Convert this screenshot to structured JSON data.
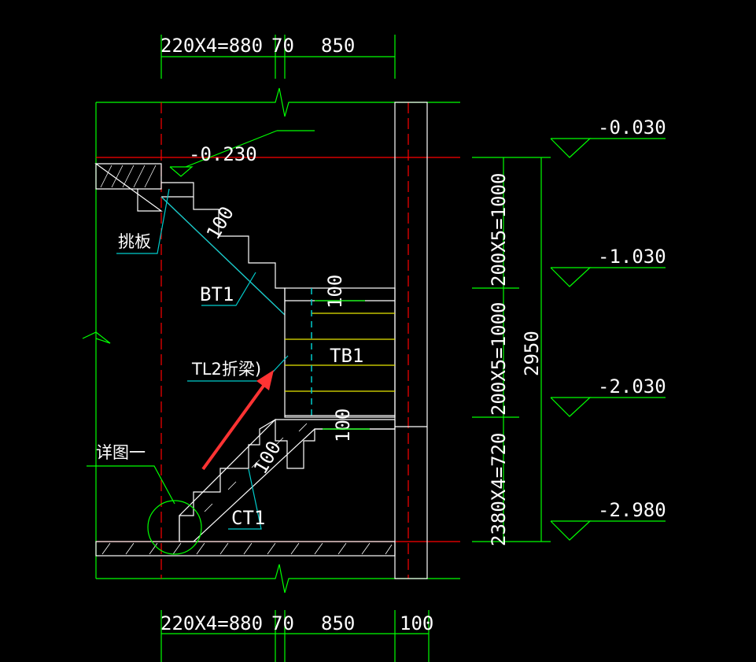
{
  "colors": {
    "background": "#000000",
    "outline": "#ffffff",
    "dimension": "#00ff00",
    "axis": "#ff0000",
    "leader": "#00cccc",
    "tread": "#e6e600",
    "annotation_arrow": "#ff3333"
  },
  "dimensions_top": {
    "treads": "220X4=880",
    "gap": "70",
    "landing": "850"
  },
  "dimensions_bottom": {
    "treads": "220X4=880",
    "gap": "70",
    "landing": "850",
    "wall": "100"
  },
  "elevations": [
    "-0.030",
    "-1.030",
    "-2.030",
    "-2.980"
  ],
  "elevation_inner": "-0.230",
  "vertical_dims": {
    "upper_risers": "200X5=1000",
    "middle_risers": "200X5=1000",
    "lower_risers": "2380X4=720",
    "total": "2950"
  },
  "labels": {
    "cantilever_slab": "挑板",
    "bt1": "BT1",
    "tl2": "TL2折梁)",
    "tb1": "TB1",
    "ct1": "CT1",
    "detail_1": "详图一",
    "thickness_100_a": "100",
    "thickness_100_b": "100",
    "thickness_100_c": "100",
    "thickness_100_d": "100"
  }
}
